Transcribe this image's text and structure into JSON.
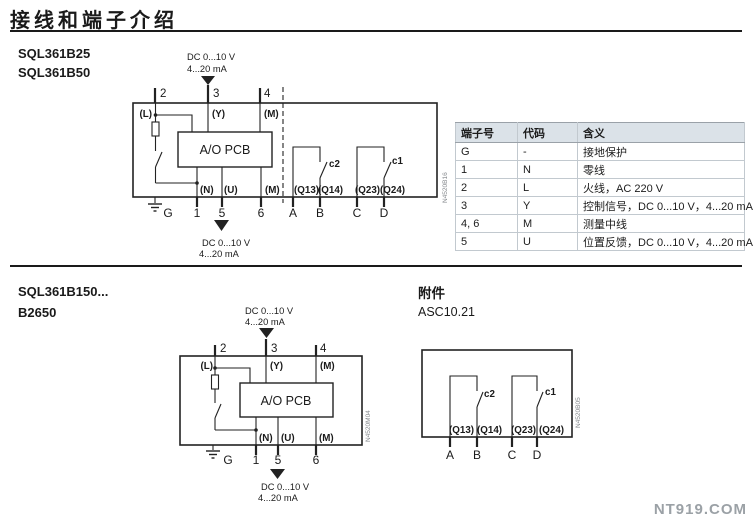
{
  "page": {
    "title": "接线和端子介绍",
    "watermark": "NT919.COM"
  },
  "section1": {
    "models": [
      "SQL361B25",
      "SQL361B50"
    ],
    "diagram": {
      "top_signal_line1": "DC 0...10 V",
      "top_signal_line2": "4...20 mA",
      "bottom_signal_line1": "DC 0...10 V",
      "bottom_signal_line2": "4...20 mA",
      "pcb_label": "A/O PCB",
      "terminal_2": "2",
      "terminal_3": "3",
      "terminal_4": "4",
      "pin_L": "(L)",
      "pin_Y": "(Y)",
      "pin_M_top": "(M)",
      "pin_N": "(N)",
      "pin_U": "(U)",
      "pin_M_bottom": "(M)",
      "terminal_G": "G",
      "terminal_1": "1",
      "terminal_5": "5",
      "terminal_6": "6",
      "terminal_A": "A",
      "terminal_B": "B",
      "terminal_C": "C",
      "terminal_D": "D",
      "contact_Q13": "(Q13)",
      "contact_Q14": "(Q14)",
      "contact_Q23": "(Q23)",
      "contact_Q24": "(Q24)",
      "switch_c2": "c2",
      "switch_c1": "c1",
      "ref_code": "N4520B16"
    },
    "table": {
      "headers": [
        "端子号",
        "代码",
        "含义"
      ],
      "rows": [
        {
          "no": "G",
          "code": "-",
          "meaning": "接地保护"
        },
        {
          "no": "1",
          "code": "N",
          "meaning": "零线"
        },
        {
          "no": "2",
          "code": "L",
          "meaning": "火线，AC 220 V"
        },
        {
          "no": "3",
          "code": "Y",
          "meaning": "控制信号，DC 0...10 V，4...20 mA"
        },
        {
          "no": "4, 6",
          "code": "M",
          "meaning": "测量中线"
        },
        {
          "no": "5",
          "code": "U",
          "meaning": "位置反馈，DC 0...10 V，4...20 mA"
        }
      ]
    }
  },
  "section2": {
    "models": [
      "SQL361B150...",
      "B2650"
    ],
    "diagram": {
      "top_signal_line1": "DC 0...10 V",
      "top_signal_line2": "4...20 mA",
      "bottom_signal_line1": "DC 0...10 V",
      "bottom_signal_line2": "4...20 mA",
      "pcb_label": "A/O PCB",
      "terminal_2": "2",
      "terminal_3": "3",
      "terminal_4": "4",
      "pin_L": "(L)",
      "pin_Y": "(Y)",
      "pin_M_top": "(M)",
      "pin_N": "(N)",
      "pin_U": "(U)",
      "pin_M_bottom": "(M)",
      "terminal_G": "G",
      "terminal_1": "1",
      "terminal_5": "5",
      "terminal_6": "6",
      "ref_code": "N4520M04"
    },
    "accessory": {
      "heading": "附件",
      "model": "ASC10.21",
      "diagram": {
        "contact_Q13": "(Q13)",
        "contact_Q14": "(Q14)",
        "contact_Q23": "(Q23)",
        "contact_Q24": "(Q24)",
        "switch_c2": "c2",
        "switch_c1": "c1",
        "terminal_A": "A",
        "terminal_B": "B",
        "terminal_C": "C",
        "terminal_D": "D",
        "ref_code": "N4520B05"
      }
    }
  }
}
